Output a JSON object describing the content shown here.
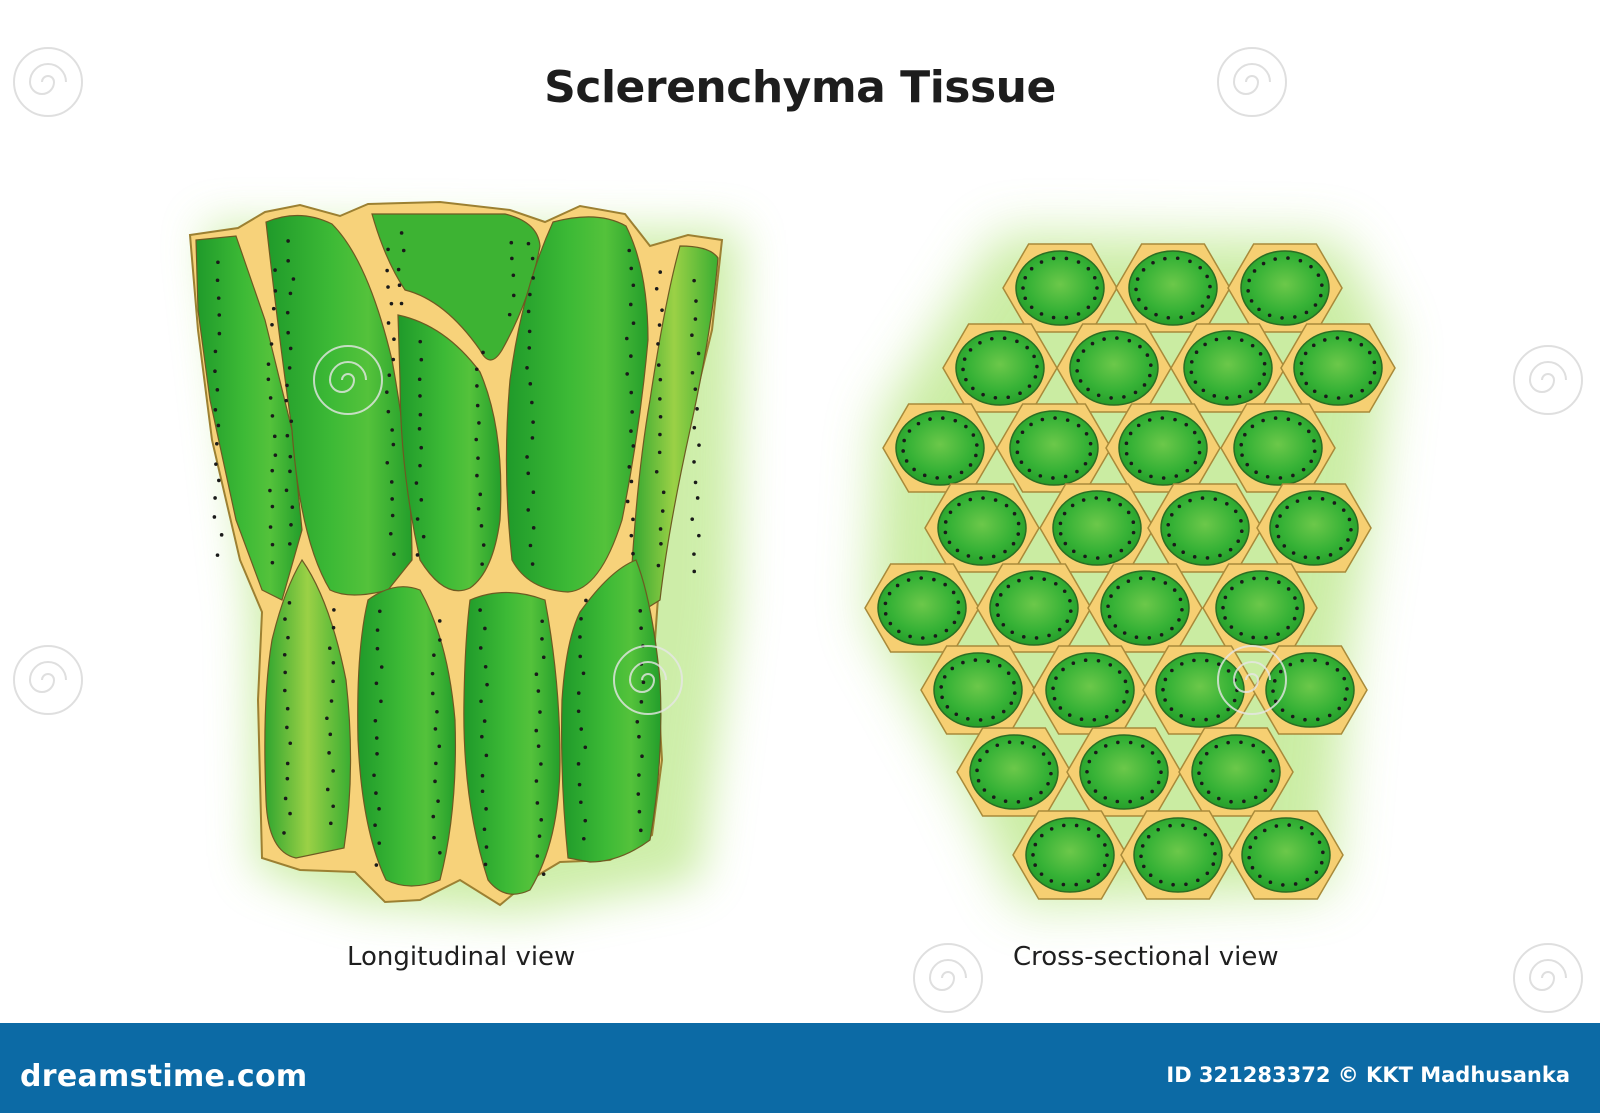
{
  "title": "Sclerenchyma Tissue",
  "diagrams": {
    "longitudinal": {
      "label": "Longitudinal view"
    },
    "cross_section": {
      "label": "Cross-sectional view"
    }
  },
  "footer": {
    "logo_text": "dreamstime.com",
    "credit_text": "ID 321283372 © KKT Madhusanka"
  },
  "colors": {
    "cell_fill": "#35b031",
    "cell_dark": "#1f8a24",
    "cell_highlight": "#9dd34a",
    "wall_fill": "#f6cf72",
    "wall_stroke": "#a88a3a",
    "glow": "#b8e68a",
    "pit_dots": "#1a1a1a",
    "footer_bg": "#0c6aa5"
  }
}
